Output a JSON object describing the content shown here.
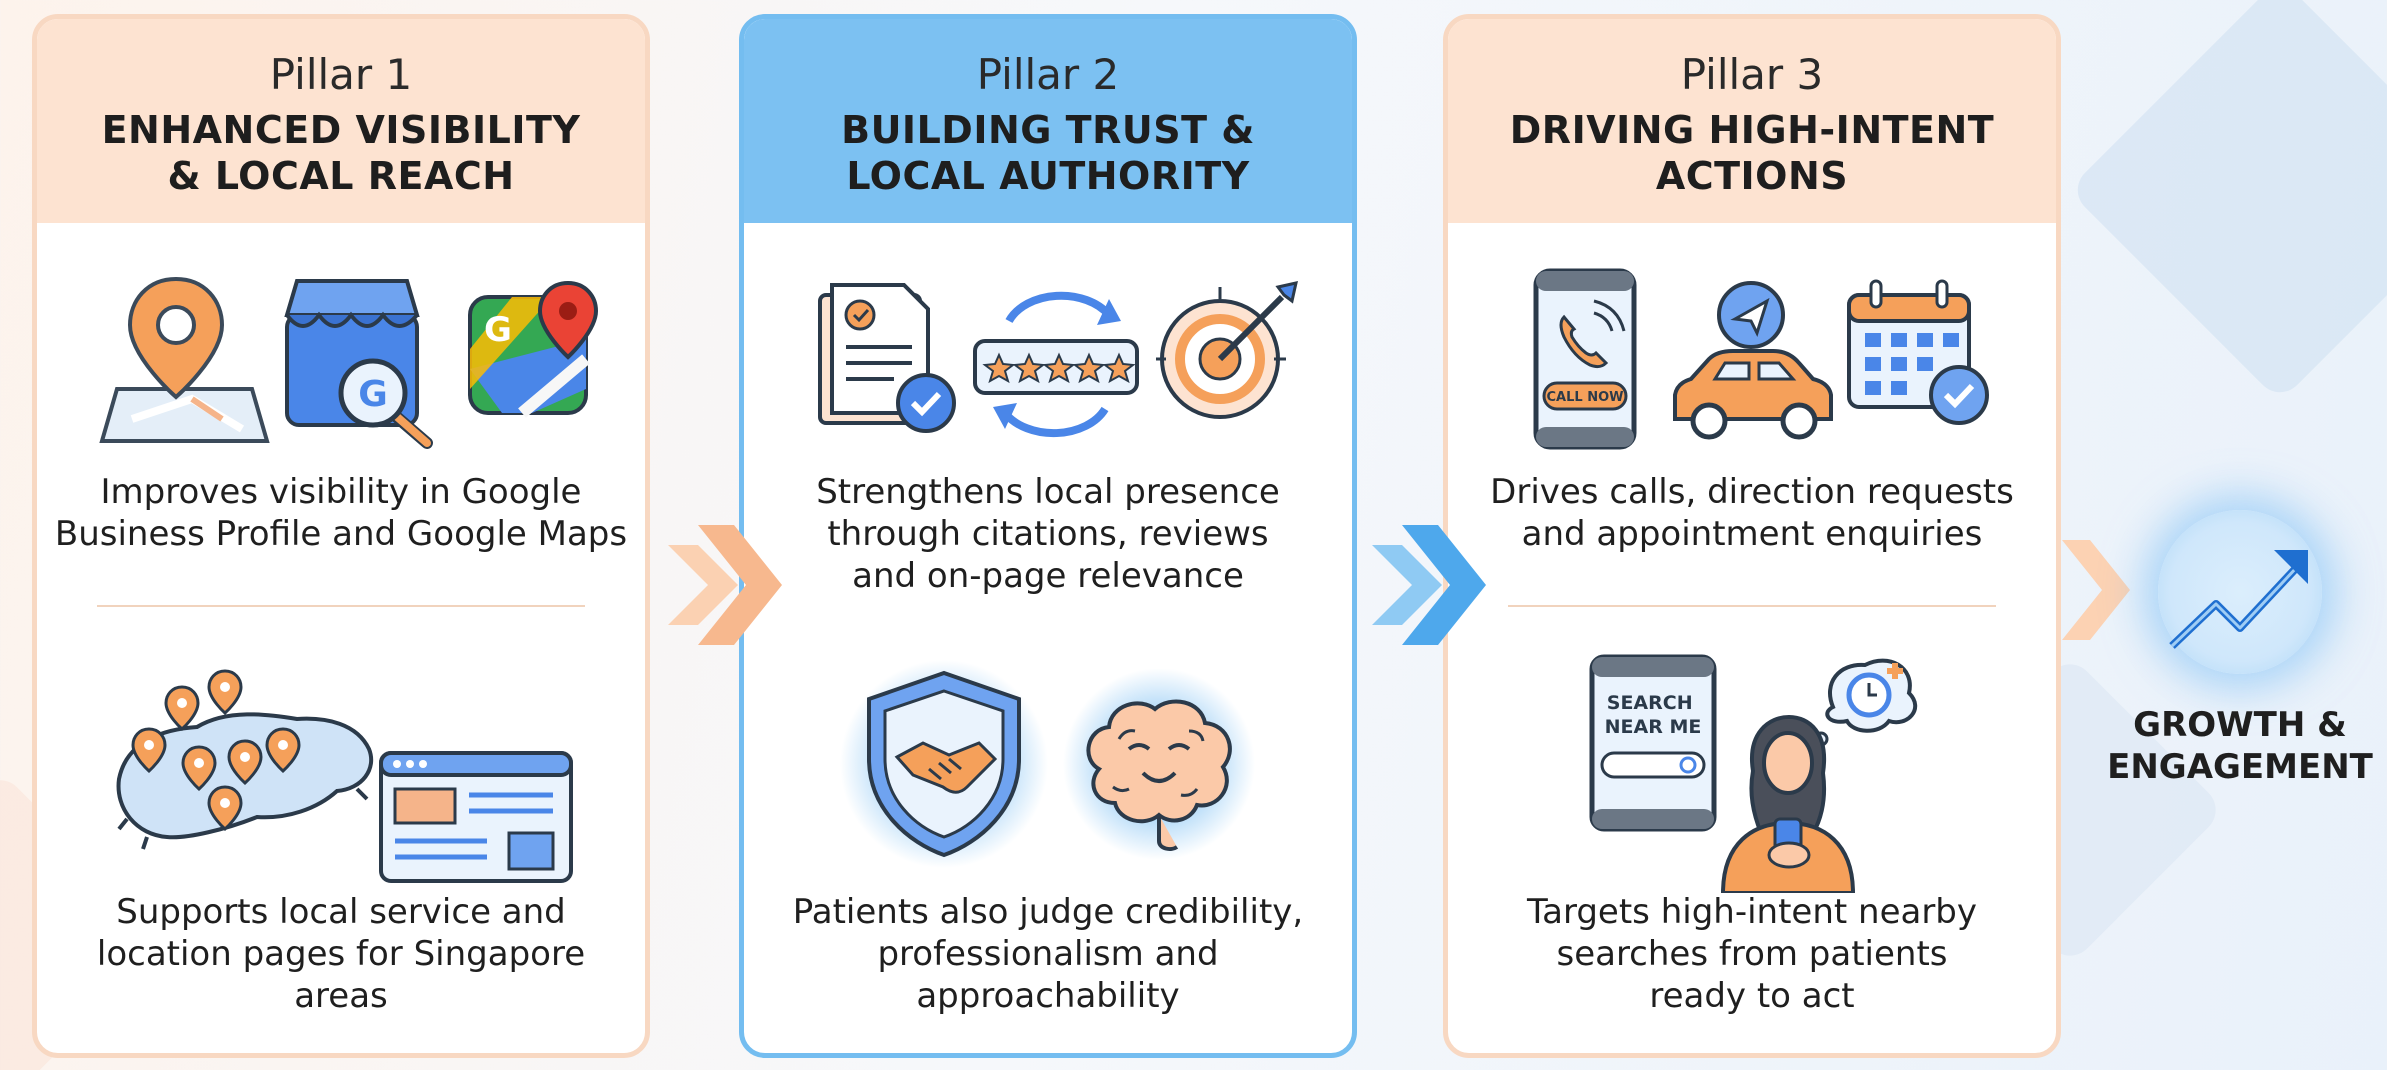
{
  "pillars": [
    {
      "label": "Pillar 1",
      "title": "ENHANCED VISIBILITY\n& LOCAL REACH",
      "caption_top": "Improves visibility in Google\nBusiness Profile and Google Maps",
      "caption_bottom": "Supports local service and\nlocation pages for Singapore\nareas"
    },
    {
      "label": "Pillar 2",
      "title": "BUILDING TRUST &\nLOCAL AUTHORITY",
      "caption_top": "Strengthens local presence\nthrough citations, reviews\nand on-page relevance",
      "caption_bottom": "Patients also judge credibility,\nprofessionalism and\napproachability"
    },
    {
      "label": "Pillar 3",
      "title": "DRIVING HIGH-INTENT\nACTIONS",
      "caption_top": "Drives calls, direction requests\nand appointment enquiries",
      "caption_bottom": "Targets high-intent nearby\nsearches from patients\nready to act"
    }
  ],
  "icon_text": {
    "google_letter": "G",
    "call_now": "CALL NOW",
    "search_near_me": "SEARCH\nNEAR ME"
  },
  "outcome": {
    "label": "GROWTH &\nENGAGEMENT"
  },
  "colors": {
    "orange_header": "#fde3d1",
    "blue_header": "#7cc1f2",
    "orange_accent": "#f5a05a",
    "blue_accent": "#3d8fe0"
  },
  "icons": [
    "map-pin-icon",
    "google-business-store-icon",
    "google-maps-icon",
    "singapore-map-icon",
    "web-page-icon",
    "document-check-icon",
    "star-review-icon",
    "target-icon",
    "shield-handshake-icon",
    "brain-icon",
    "phone-call-icon",
    "car-direction-icon",
    "calendar-check-icon",
    "search-near-me-phone-icon",
    "woman-phone-icon",
    "trend-up-icon"
  ]
}
